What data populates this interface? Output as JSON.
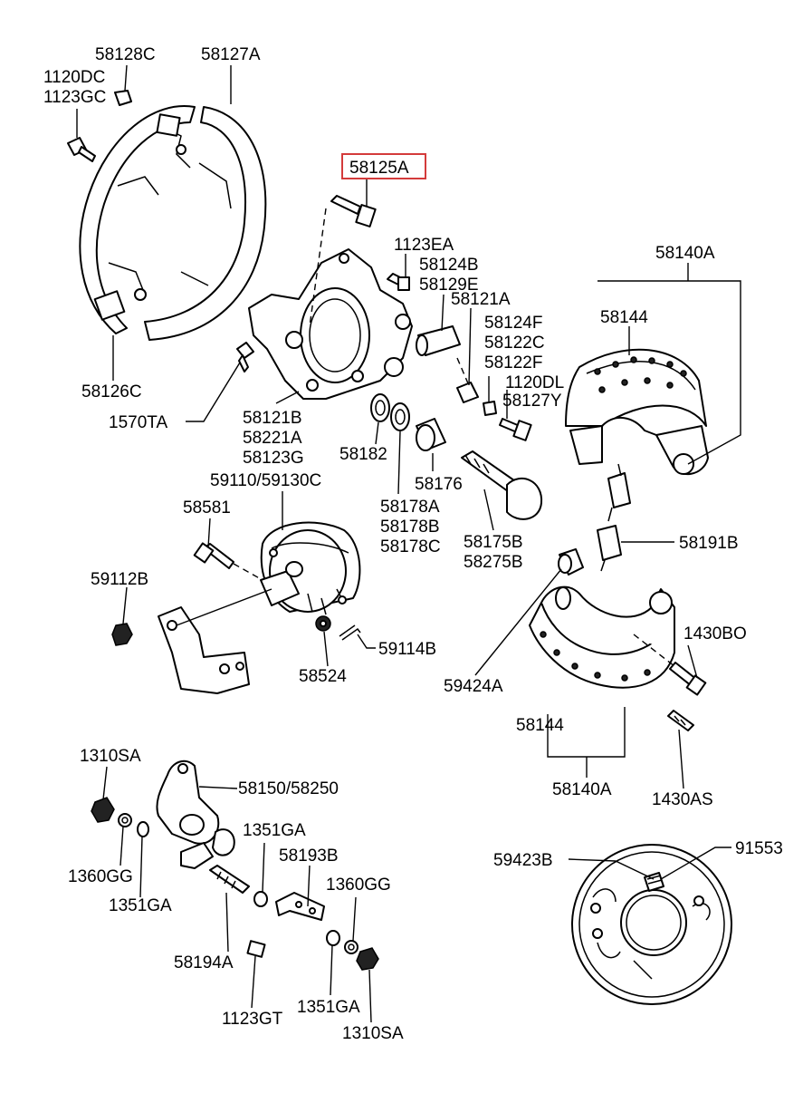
{
  "diagram": {
    "highlight_color": "#d43b3b",
    "highlighted_label": "58125A",
    "labels": {
      "l_58128C": "58128C",
      "l_58127A_top": "58127A",
      "l_1120DC": "1120DC",
      "l_1123GC": "1123GC",
      "l_58126C": "58126C",
      "l_58125A": "58125A",
      "l_1123EA": "1123EA",
      "l_58124B": "58124B",
      "l_58129E": "58129E",
      "l_58121A": "58121A",
      "l_58124F": "58124F",
      "l_58122C": "58122C",
      "l_58122F": "58122F",
      "l_1120DL": "1120DL",
      "l_58127Y": "58127Y",
      "l_58140A_top": "58140A",
      "l_58144_top": "58144",
      "l_1570TA": "1570TA",
      "l_58121B": "58121B",
      "l_58221A": "58221A",
      "l_58123G": "58123G",
      "l_58182": "58182",
      "l_58176": "58176",
      "l_59110": "59110/59130C",
      "l_58581": "58581",
      "l_58178A": "58178A",
      "l_58178B": "58178B",
      "l_58178C": "58178C",
      "l_58175B": "58175B",
      "l_58275B": "58275B",
      "l_58191B": "58191B",
      "l_59112B": "59112B",
      "l_59114B": "59114B",
      "l_58524": "58524",
      "l_59424A": "59424A",
      "l_1430BO": "1430BO",
      "l_58144_bot": "58144",
      "l_58140A_bot": "58140A",
      "l_1430AS": "1430AS",
      "l_1310SA_top": "1310SA",
      "l_58150": "58150/58250",
      "l_1351GA_a": "1351GA",
      "l_58193B": "58193B",
      "l_1360GG_a": "1360GG",
      "l_1360GG_b": "1360GG",
      "l_1351GA_b": "1351GA",
      "l_58194A": "58194A",
      "l_1123GT": "1123GT",
      "l_1351GA_c": "1351GA",
      "l_1310SA_bot": "1310SA",
      "l_59423B": "59423B",
      "l_91553": "91553"
    }
  }
}
